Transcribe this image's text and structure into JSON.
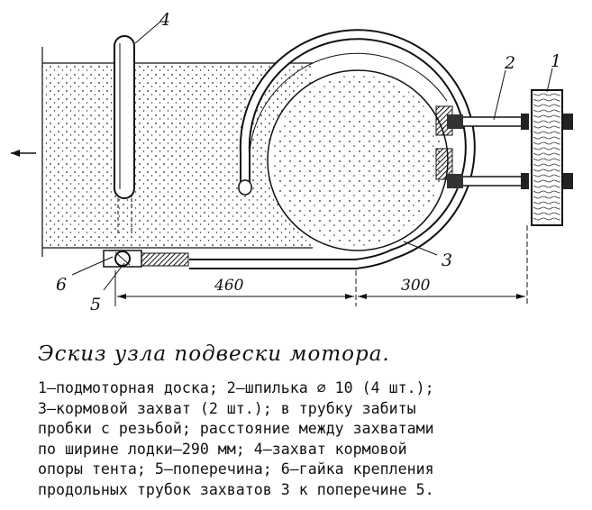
{
  "figure": {
    "labels": {
      "l1": "1",
      "l2": "2",
      "l3": "3",
      "l4": "4",
      "l5": "5",
      "l6": "6"
    },
    "dimensions": {
      "d460": "460",
      "d300": "300"
    }
  },
  "caption": {
    "title": "Эскиз узла подвески мотора.",
    "lines": [
      "1—подмоторная доска; 2—шпилька ∅ 10 (4 шт.);",
      "3—кормовой захват (2 шт.); в трубку забиты",
      "пробки с резьбой; расстояние между захватами",
      "по ширине лодки—290 мм; 4—захват кормовой",
      "опоры тента; 5—поперечина; 6—гайка крепления",
      "продольных трубок захватов 3 к поперечине 5."
    ]
  }
}
